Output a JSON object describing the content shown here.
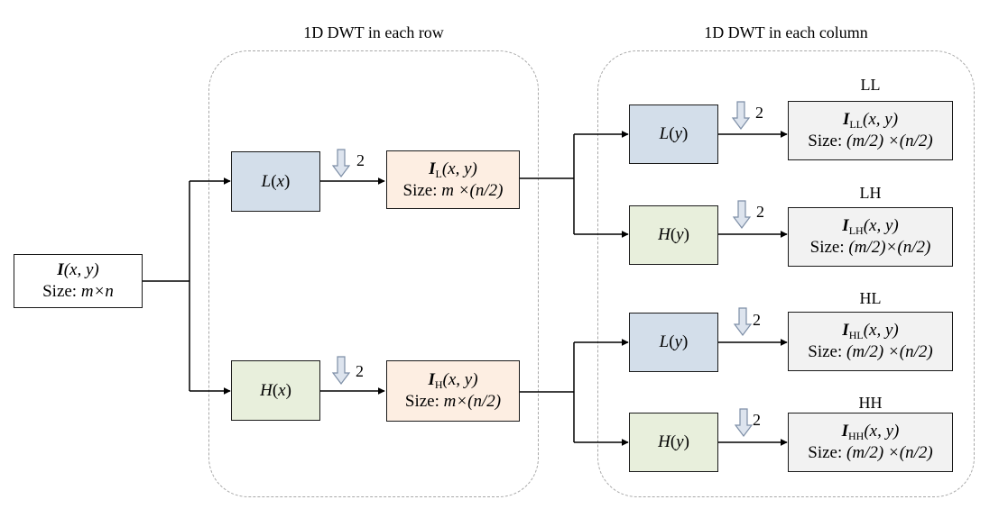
{
  "titles": {
    "rows": "1D DWT in each row",
    "cols": "1D DWT in each column"
  },
  "input": {
    "name": "I",
    "args": "(x, y)",
    "size_label": "Size: ",
    "size_val": "m×n"
  },
  "stage1": {
    "low": {
      "fn": "L",
      "arg": "x"
    },
    "high": {
      "fn": "H",
      "arg": "x"
    }
  },
  "inter": {
    "low": {
      "name": "I",
      "sub": "L",
      "args": "(x, y)",
      "size_label": "Size: ",
      "size_val": "m ×(n/2)"
    },
    "high": {
      "name": "I",
      "sub": "H",
      "args": "(x, y)",
      "size_label": "Size: ",
      "size_val": "m×(n/2)"
    }
  },
  "downsample": {
    "factor": "2"
  },
  "stage2": [
    {
      "fn": "L",
      "arg": "y"
    },
    {
      "fn": "H",
      "arg": "y"
    },
    {
      "fn": "L",
      "arg": "y"
    },
    {
      "fn": "H",
      "arg": "y"
    }
  ],
  "outputs": [
    {
      "band": "LL",
      "name": "I",
      "sub": "LL",
      "args": "(x, y)",
      "size_label": "Size: ",
      "size_val": "(m/2) ×(n/2)"
    },
    {
      "band": "LH",
      "name": "I",
      "sub": "LH",
      "args": "(x, y)",
      "size_label": "Size: ",
      "size_val": "(m/2)×(n/2)"
    },
    {
      "band": "HL",
      "name": "I",
      "sub": "HL",
      "args": "(x, y)",
      "size_label": "Size: ",
      "size_val": "(m/2) ×(n/2)"
    },
    {
      "band": "HH",
      "name": "I",
      "sub": "HH",
      "args": "(x, y)",
      "size_label": "Size: ",
      "size_val": "(m/2) ×(n/2)"
    }
  ],
  "colors": {
    "low_filter": "#d3deea",
    "high_filter": "#e8efdc",
    "intermediate": "#fdeee2",
    "output": "#f2f2f2",
    "arrow_fill": "#dde4ee",
    "arrow_stroke": "#7d8ea6"
  },
  "icons": {
    "downsample": "down-arrow-icon"
  }
}
